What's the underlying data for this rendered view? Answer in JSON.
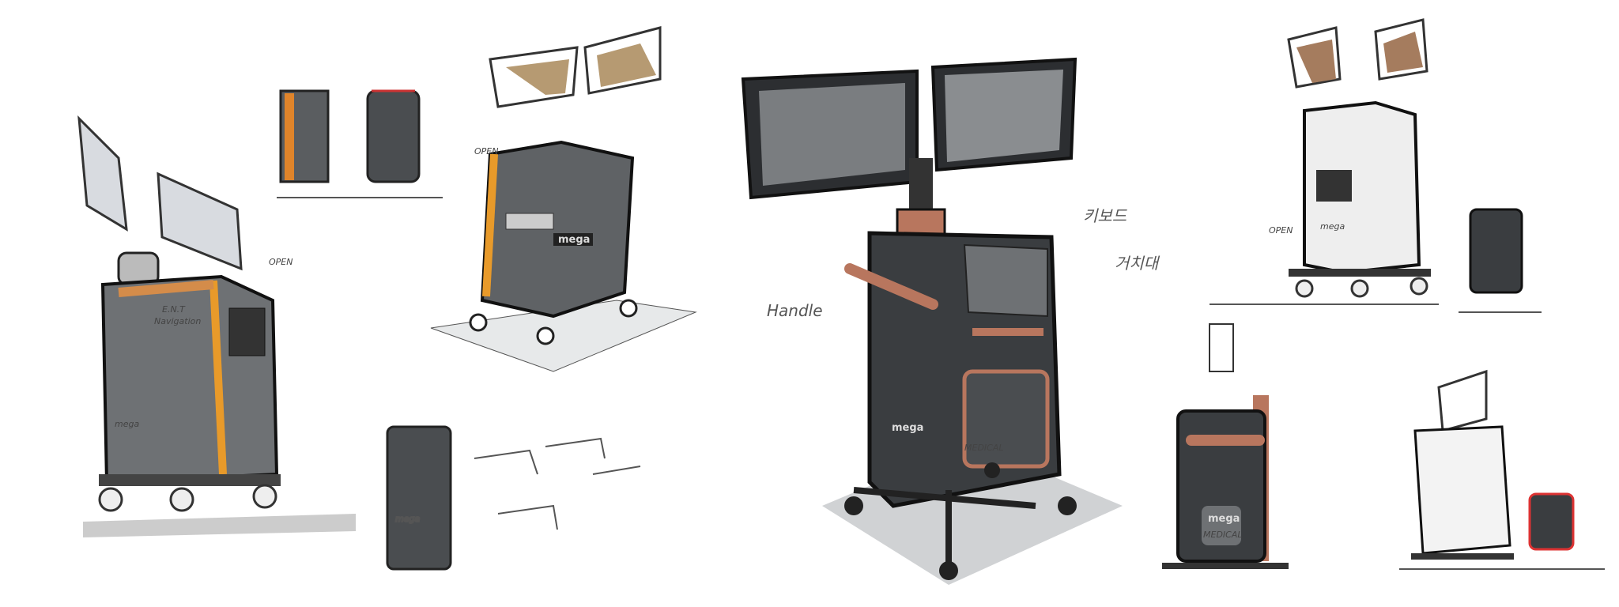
{
  "colors": {
    "orange": "#e89a2a",
    "copper": "#b8765e",
    "body_dark": "#3a3d40",
    "body_gray": "#6e7174",
    "white_body": "#eeeeee",
    "screen_tan": "#b69a72"
  },
  "sketch1": {
    "title": "E.N.T",
    "subtitle": "Navigation",
    "brand": "mega",
    "open_label": "OPEN"
  },
  "sketch2": {
    "brand": "mega",
    "open_label": "OPEN"
  },
  "main_cart": {
    "handle_label": "Handle",
    "keyboard_label": "키보드",
    "holder_label": "거치대",
    "brand": "mega",
    "brand2": "MEDICAL"
  },
  "side_cart": {
    "brand": "mega",
    "brand2": "MEDICAL"
  },
  "white_cart": {
    "brand": "mega",
    "open_label": "OPEN"
  },
  "small_sketch": {
    "brand": "mega"
  }
}
